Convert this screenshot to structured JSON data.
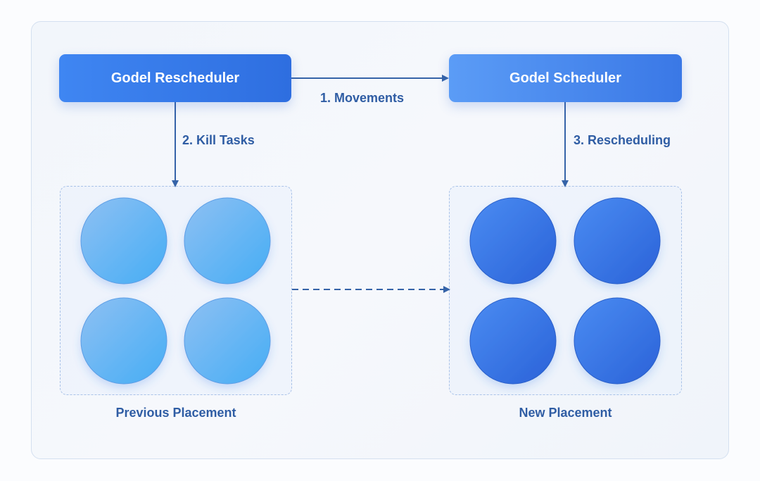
{
  "nodes": {
    "rescheduler": "Godel Rescheduler",
    "scheduler": "Godel Scheduler"
  },
  "edges": {
    "movements": "1. Movements",
    "kill_tasks": "2. Kill Tasks",
    "rescheduling": "3. Rescheduling"
  },
  "groups": {
    "previous": {
      "label": "Previous Placement",
      "task_count": 4
    },
    "new": {
      "label": "New Placement",
      "task_count": 4
    }
  },
  "colors": {
    "edge": "#3563a8",
    "text": "#2f5da4",
    "previous_task": "#5cb2f2",
    "new_task": "#2f6ddf",
    "node": "#3a7ae8"
  }
}
